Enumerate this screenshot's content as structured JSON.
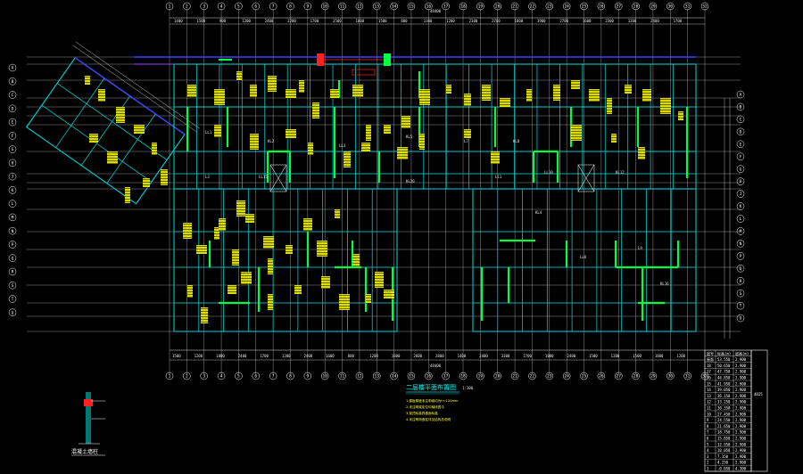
{
  "drawing": {
    "title": "二层楼平面布置图",
    "scale": "1:100",
    "notes": [
      "1.楼板厚度未注明者均为h=120mm",
      "2.未注明梁定位均轴线居中",
      "3.梁顶标高同楼面标高",
      "4.未注明构造柱详见结构总说明"
    ],
    "detail_title": "混凝土墙柱",
    "top_total_dim": "48400",
    "bottom_total_dim": "48400",
    "top_dims": [
      "1400",
      "1500",
      "900",
      "1200",
      "2400",
      "3200",
      "1700",
      "2500",
      "1800",
      "1500",
      "800",
      "1300",
      "1200",
      "2300",
      "2700",
      "1800",
      "3900",
      "2700",
      "1600",
      "2300",
      "1200",
      "2400",
      "1700"
    ],
    "bottom_dims": [
      "1500",
      "1200",
      "1800",
      "2400",
      "1700",
      "1200",
      "2400",
      "1600",
      "800",
      "1200",
      "1800",
      "2600",
      "2800",
      "1400",
      "2400",
      "3300",
      "2700",
      "1800",
      "2400",
      "1500",
      "1200",
      "1500",
      "1800",
      "1200"
    ],
    "top_axes": [
      "1",
      "2",
      "3",
      "4",
      "5",
      "6",
      "7",
      "8",
      "9",
      "10",
      "11",
      "12",
      "13",
      "14",
      "15",
      "16",
      "17",
      "18",
      "19",
      "20",
      "21",
      "22",
      "23",
      "24",
      "25",
      "26",
      "27",
      "28",
      "29",
      "30",
      "31",
      "32"
    ],
    "left_axes": [
      "A",
      "B",
      "C",
      "D",
      "E",
      "F",
      "G",
      "H",
      "J",
      "K",
      "L",
      "M",
      "N",
      "P",
      "Q",
      "R",
      "S",
      "T",
      "U"
    ],
    "right_axes": [
      "A",
      "B",
      "C",
      "D",
      "E",
      "F",
      "G",
      "H",
      "J",
      "K",
      "L",
      "M",
      "N",
      "P",
      "Q",
      "R",
      "S",
      "T",
      "U"
    ],
    "beam_labels": [
      "LL1",
      "KL2",
      "LL3",
      "KL5",
      "L7",
      "KL8",
      "LL10",
      "KL12",
      "L3",
      "LL15",
      "KL20",
      "L11",
      "KL4",
      "LL6",
      "L9",
      "KL16"
    ],
    "ref_label": "4025",
    "floor_table": {
      "headers": [
        "层号",
        "标高(m)",
        "层高(m)"
      ],
      "rows": [
        [
          "屋面",
          "53.550",
          "2.900"
        ],
        [
          "18",
          "50.650",
          "2.900"
        ],
        [
          "17",
          "47.750",
          "2.900"
        ],
        [
          "16",
          "44.850",
          "2.900"
        ],
        [
          "15",
          "41.950",
          "2.900"
        ],
        [
          "14",
          "39.050",
          "2.900"
        ],
        [
          "13",
          "36.150",
          "2.900"
        ],
        [
          "12",
          "33.250",
          "2.900"
        ],
        [
          "11",
          "30.350",
          "2.900"
        ],
        [
          "10",
          "27.450",
          "2.900"
        ],
        [
          "9",
          "24.550",
          "2.900"
        ],
        [
          "8",
          "21.650",
          "2.900"
        ],
        [
          "7",
          "18.750",
          "2.900"
        ],
        [
          "6",
          "15.850",
          "2.900"
        ],
        [
          "5",
          "12.950",
          "2.900"
        ],
        [
          "4",
          "10.050",
          "2.900"
        ],
        [
          "3",
          "7.150",
          "2.900"
        ],
        [
          "2",
          "4.250",
          "2.900"
        ],
        [
          "1",
          "-0.050",
          "4.300"
        ]
      ]
    }
  },
  "colors": {
    "background": "#000000",
    "grid": "#d0d0d0",
    "beam": "#00c8c8",
    "wall": "#00ff40",
    "annotation": "#ffff00",
    "blue_beam": "#4040ff",
    "red_mark": "#ff2020"
  }
}
